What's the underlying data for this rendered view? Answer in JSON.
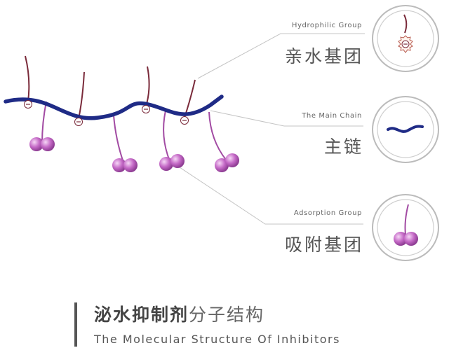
{
  "labels": {
    "hydrophilic": {
      "en": "Hydrophilic Group",
      "cn": "亲水基团"
    },
    "main_chain": {
      "en": "The Main Chain",
      "cn": "主链"
    },
    "adsorption": {
      "en": "Adsorption Group",
      "cn": "吸附基团"
    }
  },
  "caption": {
    "cn_bold": "泌水抑制剂",
    "cn_light": "分子结构",
    "en": "The Molecular Structure Of Inhibitors"
  },
  "colors": {
    "chain": "#1f2b86",
    "hydrophilic_stem": "#7a2a3a",
    "adsorption_stem": "#a24ba3",
    "ball": "#c06ac2",
    "ring": "#999999"
  },
  "icons": {
    "hydrophilic": "negative-charge-icon",
    "main_chain": "wave-chain-icon",
    "adsorption": "cherry-ball-icon"
  }
}
